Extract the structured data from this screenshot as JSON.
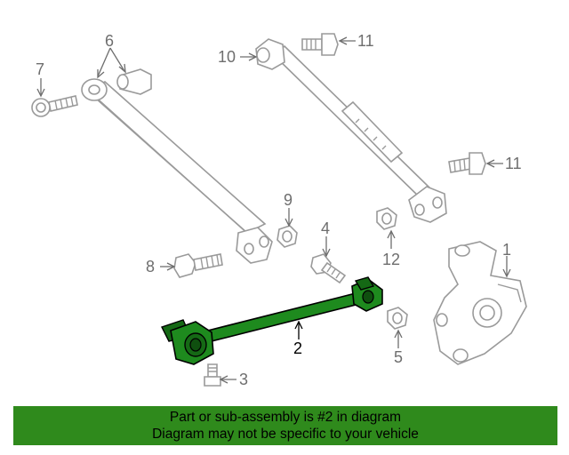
{
  "callouts": {
    "c1": "1",
    "c2": "2",
    "c3": "3",
    "c4": "4",
    "c5": "5",
    "c6": "6",
    "c7": "7",
    "c8": "8",
    "c9": "9",
    "c10": "10",
    "c11a": "11",
    "c11b": "11",
    "c12": "12"
  },
  "banner": {
    "line1": "Part or sub-assembly is #2 in diagram",
    "line2": "Diagram may not be specific to your vehicle"
  },
  "colors": {
    "highlight": "#1e8a1e",
    "banner": "#2f8a1c",
    "part_outline": "#9a9a9a"
  }
}
